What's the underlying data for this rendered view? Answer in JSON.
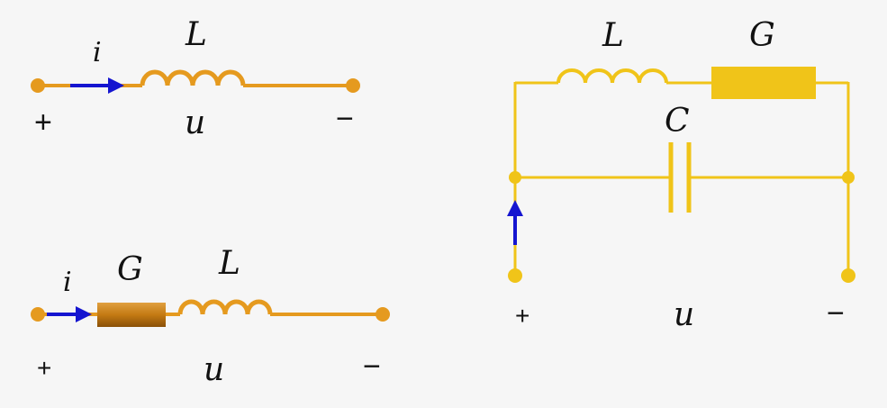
{
  "circuit_top_left": {
    "current": "i",
    "inductor": "L",
    "voltage": "u",
    "plus": "+",
    "minus": "−"
  },
  "circuit_bottom_left": {
    "current": "i",
    "conductance": "G",
    "inductor": "L",
    "voltage": "u",
    "plus": "+",
    "minus": "−"
  },
  "circuit_right": {
    "inductor": "L",
    "conductance": "G",
    "capacitor": "C",
    "voltage": "u",
    "plus": "+",
    "minus": "−"
  },
  "colors": {
    "wire_orange": "#e59a1f",
    "wire_yellow": "#f0c419",
    "resistor_brown": "#c47a13",
    "arrow_blue": "#1515d0"
  }
}
